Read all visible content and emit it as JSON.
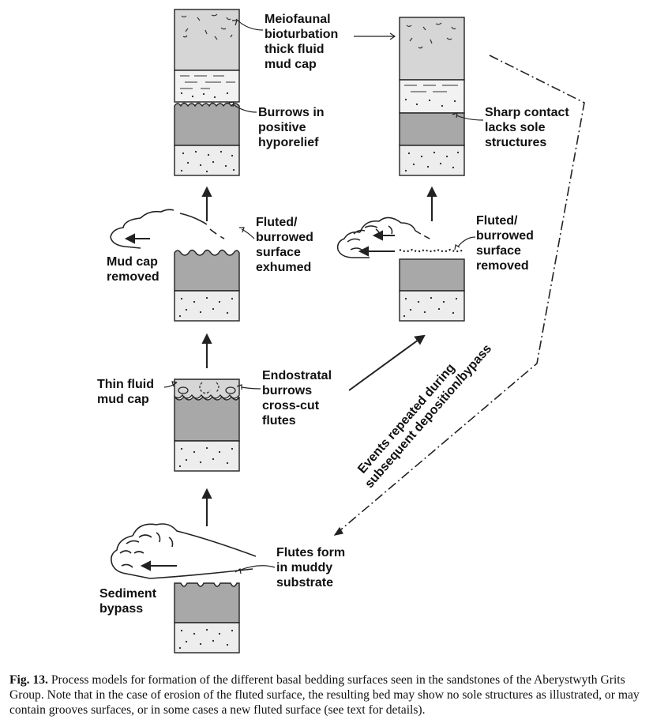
{
  "labels": {
    "meiofaunal": [
      "Meiofaunal",
      "bioturbation",
      "thick fluid",
      "mud cap"
    ],
    "burrows_hyporelief": [
      "Burrows in",
      "positive",
      "hyporelief"
    ],
    "sharp_contact": [
      "Sharp contact",
      "lacks sole",
      "structures"
    ],
    "mud_cap_removed": [
      "Mud cap",
      "removed"
    ],
    "fluted_exhumed": [
      "Fluted/",
      "burrowed",
      "surface",
      "exhumed"
    ],
    "fluted_removed": [
      "Fluted/",
      "burrowed",
      "surface",
      "removed"
    ],
    "thin_fluid": [
      "Thin fluid",
      "mud cap"
    ],
    "endostratal": [
      "Endostratal",
      "burrows",
      "cross-cut",
      "flutes"
    ],
    "events_repeated": [
      "Events repeated during",
      "subsequent deposition/bypass"
    ],
    "flutes_form": [
      "Flutes form",
      "in muddy",
      "substrate"
    ],
    "sediment_bypass": [
      "Sediment",
      "bypass"
    ]
  },
  "caption": {
    "fig_label": "Fig. 13.",
    "text": "Process models for formation of the different basal bedding surfaces seen in the sandstones of the Aberystwyth Grits Group. Note that in the case of erosion of the fluted surface, the resulting bed may show no sole structures as illustrated, or may contain grooves surfaces, or in some cases a new fluted surface (see text for details)."
  },
  "colors": {
    "mud_cap": "#d6d6d6",
    "mud_layer": "#a8a8a8",
    "sand_layer": "#ededed",
    "outline": "#222222"
  }
}
